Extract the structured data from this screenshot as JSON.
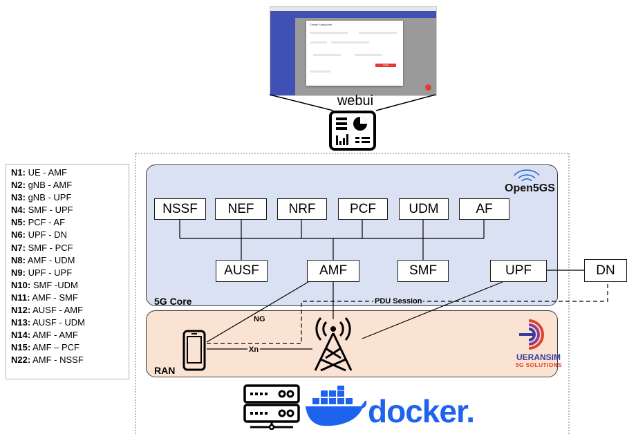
{
  "legend": [
    {
      "key": "N1:",
      "val": "UE - AMF"
    },
    {
      "key": "N2:",
      "val": "gNB - AMF"
    },
    {
      "key": "N3:",
      "val": "gNB - UPF"
    },
    {
      "key": "N4:",
      "val": "SMF - UPF"
    },
    {
      "key": "N5:",
      "val": "PCF - AF"
    },
    {
      "key": "N6:",
      "val": "UPF - DN"
    },
    {
      "key": "N7:",
      "val": "SMF - PCF"
    },
    {
      "key": "N8:",
      "val": "AMF - UDM"
    },
    {
      "key": "N9:",
      "val": "UPF - UPF"
    },
    {
      "key": "N10:",
      "val": "SMF -UDM"
    },
    {
      "key": "N11:",
      "val": "AMF - SMF"
    },
    {
      "key": "N12:",
      "val": "AUSF - AMF"
    },
    {
      "key": "N13:",
      "val": "AUSF - UDM"
    },
    {
      "key": "N14:",
      "val": "AMF - AMF"
    },
    {
      "key": "N15:",
      "val": "AMF – PCF"
    },
    {
      "key": "N22:",
      "val": "AMF - NSSF"
    }
  ],
  "webui_label": "webui",
  "core": {
    "label": "5G Core",
    "brand": "Open5GS",
    "top_functions": [
      "NSSF",
      "NEF",
      "NRF",
      "PCF",
      "UDM",
      "AF"
    ],
    "bottom_functions": [
      "AUSF",
      "AMF",
      "SMF",
      "UPF"
    ]
  },
  "dn_label": "DN",
  "ran": {
    "label": "RAN",
    "brand_main": "UERANSIM",
    "brand_sub": "5G SOLUTIONS"
  },
  "links": {
    "ng": "NG",
    "xn": "Xn",
    "pdu": "PDU Session"
  },
  "docker_label": "docker.",
  "colors": {
    "core_bg": "#dae1f2",
    "ran_bg": "#fbe3d3",
    "docker_blue": "#1d63ed",
    "webui_sidebar": "#3f51b5",
    "ueransim_red": "#e0412a"
  },
  "screenshot": {
    "dialog_title": "Create Subscriber",
    "submit_label": "SAVE"
  }
}
